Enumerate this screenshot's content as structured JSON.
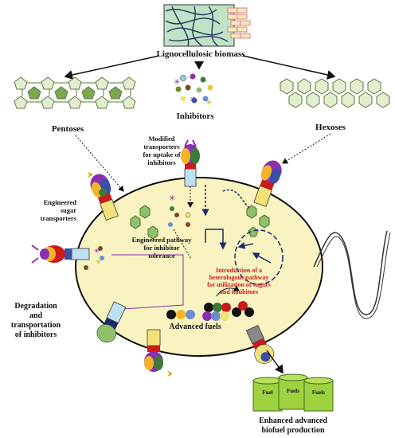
{
  "title": "Lignocellulosic biomass",
  "labels": {
    "pentoses": "Pentoses",
    "inhibitors": "Inhibitors",
    "hexoses": "Hexoses",
    "modified_transporters": [
      "Modified",
      "transporters",
      "for uptake of",
      "inhibitors"
    ],
    "engineered_sugar": [
      "Engineered",
      "sugar",
      "transporters"
    ],
    "engineered_pathway": [
      "Engineered pathway",
      "for inhibitor",
      "tolerance"
    ],
    "intro_pathway": [
      "Introduction of a",
      "heterologous pathway",
      "for utilization of sugars",
      "and inhibitors"
    ],
    "degradation": [
      "Degradation",
      "and",
      "transportation",
      "of inhibitors"
    ],
    "advanced_fuels": "Advanced fuels",
    "enhanced": [
      "Enhanced advanced",
      "biofuel production"
    ],
    "fuel_drums": [
      "Fuel",
      "Fuels",
      "Fuels"
    ]
  },
  "colors": {
    "cell_fill": "#f8f3c0",
    "cell_stroke": "#111111",
    "sugar_green": "#8fc06a",
    "drum_green": "#9fd23f",
    "accent_red": "#cc1a1a",
    "transporter_blue": "#3a4fa8",
    "transporter_purple": "#8a2fb0"
  },
  "icons": [
    "biomass-bundle-icon",
    "pentose-chain-icon",
    "inhibitor-molecules-icon",
    "hexose-lattice-icon",
    "transporter-icon",
    "fuel-drum-icon"
  ]
}
